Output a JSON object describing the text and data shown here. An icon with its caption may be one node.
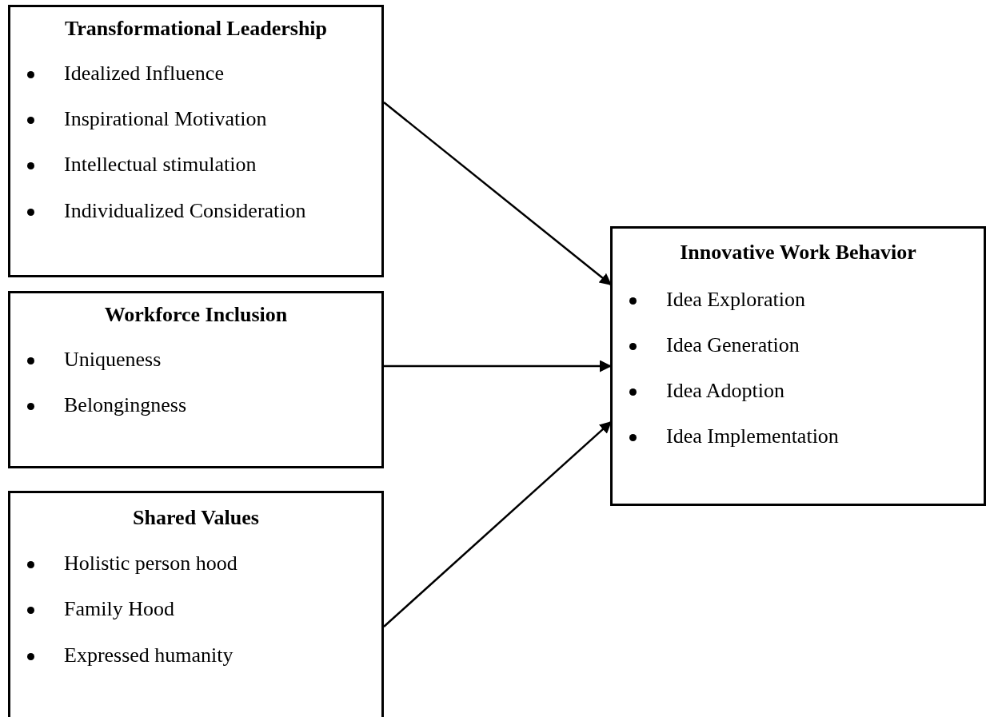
{
  "diagram": {
    "nodes": [
      {
        "text": [
          "Transformational Leadership",
          "Idealized Influence",
          "Inspirational Motivation",
          "Intellectual stimulation",
          "Individualized Consideration"
        ]
      },
      {
        "text": [
          "Workforce Inclusion",
          "Uniqueness",
          "Belongingness"
        ]
      },
      {
        "text": [
          "Shared Values",
          "Holistic person hood",
          "Family Hood",
          "Expressed humanity"
        ]
      },
      {
        "text": [
          "Innovative Work Behavior",
          "Idea Exploration",
          "Idea Generation",
          "Idea Adoption",
          "Idea Implementation"
        ]
      }
    ],
    "edges": [
      {
        "from": 0,
        "to": 3,
        "arrow": "to"
      },
      {
        "from": 1,
        "to": 3,
        "arrow": "to"
      },
      {
        "from": 2,
        "to": 3,
        "arrow": "to"
      }
    ]
  }
}
